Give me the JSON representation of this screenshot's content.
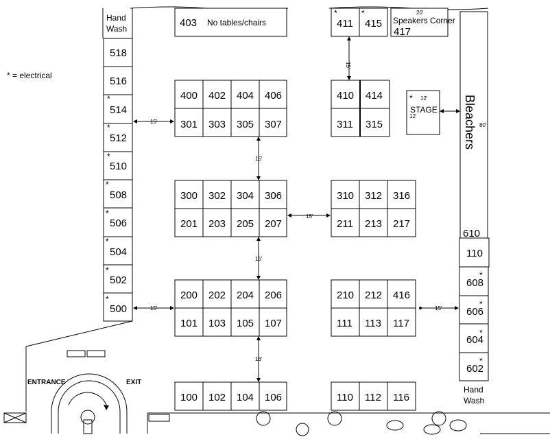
{
  "legend": "* = electrical",
  "labels": {
    "hand_wash_top": [
      "Hand",
      "Wash"
    ],
    "hand_wash_bottom": [
      "Hand",
      "Wash"
    ],
    "bleachers": "Bleachers",
    "bleachers_dim": "80'",
    "stage": "STAGE",
    "stage_dim_w": "12'",
    "stage_dim_h": "12'",
    "speakers_corner": "Speakers Corner",
    "speakers_dim": "20'",
    "no_tables": "No tables/chairs",
    "entrance": "ENTRANCE",
    "exit": "EXIT"
  },
  "booths": {
    "top_strip": [
      "403",
      "411",
      "415",
      "417"
    ],
    "left_column": [
      "518",
      "516",
      "514",
      "512",
      "510",
      "508",
      "506",
      "504",
      "502",
      "500"
    ],
    "right_column": [
      "610",
      "110",
      "608",
      "606",
      "604",
      "602"
    ],
    "block_a": [
      "400",
      "402",
      "404",
      "406",
      "301",
      "303",
      "305",
      "307"
    ],
    "block_b": [
      "410",
      "414",
      "311",
      "315"
    ],
    "block_c": [
      "300",
      "302",
      "304",
      "306",
      "201",
      "203",
      "205",
      "207"
    ],
    "block_d": [
      "310",
      "312",
      "316",
      "211",
      "213",
      "217"
    ],
    "block_e": [
      "200",
      "202",
      "204",
      "206",
      "101",
      "103",
      "105",
      "107"
    ],
    "block_f": [
      "210",
      "212",
      "416",
      "111",
      "113",
      "117"
    ],
    "bottom_left": [
      "100",
      "102",
      "104",
      "106"
    ],
    "bottom_right": [
      "110",
      "112",
      "116"
    ]
  },
  "dimensions": {
    "d1": "15'",
    "d2": "15'",
    "d3": "15'",
    "d4": "15'",
    "d5": "15'",
    "d6": "15'",
    "d7": "16'",
    "d8": "15'"
  },
  "electrical_marker": "*"
}
